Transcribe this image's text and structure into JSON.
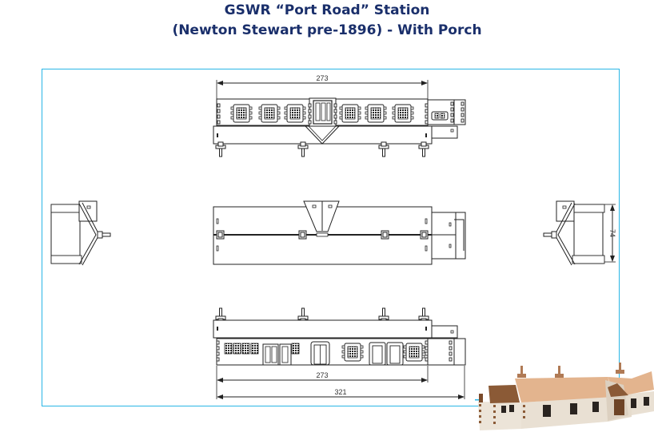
{
  "title": {
    "line1": "GSWR “Port Road” Station",
    "line2": "(Newton Stewart pre-1896) - With Porch",
    "color": "#1a2f6b"
  },
  "frame": {
    "border_color": "#29b6e6"
  },
  "views": {
    "front_elevation": {
      "dimension_top": "273"
    },
    "plan_view": {},
    "rear_elevation": {
      "dimension_inner": "273",
      "dimension_overall": "321"
    },
    "left_end_view": {},
    "right_end_view": {
      "dimension_depth": "74"
    }
  },
  "photo": {
    "description": "3D rendered model of stone station building with tiled roof, chimneys and porch",
    "icon": "building-render"
  }
}
